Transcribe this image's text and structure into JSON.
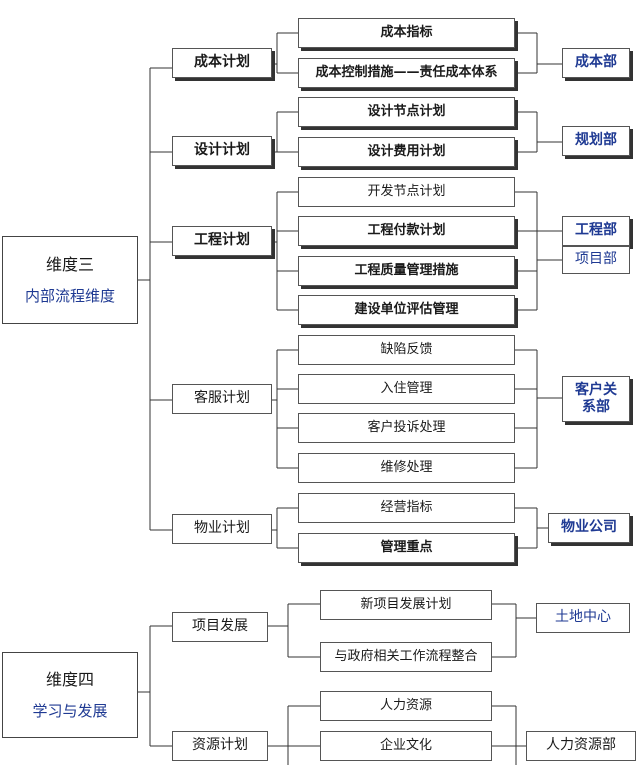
{
  "dimension3": {
    "title": "维度三",
    "subtitle": "内部流程维度",
    "plans": [
      {
        "label": "成本计划",
        "tasks": [
          "成本指标",
          "成本控制措施——责任成本体系"
        ],
        "depts": [
          "成本部"
        ]
      },
      {
        "label": "设计计划",
        "tasks": [
          "设计节点计划",
          "设计费用计划"
        ],
        "depts": [
          "规划部"
        ]
      },
      {
        "label": "工程计划",
        "tasks": [
          "开发节点计划",
          "工程付款计划",
          "工程质量管理措施",
          "建设单位评估管理"
        ],
        "depts": [
          "工程部",
          "项目部"
        ]
      },
      {
        "label": "客服计划",
        "tasks": [
          "缺陷反馈",
          "入住管理",
          "客户投诉处理",
          "维修处理"
        ],
        "depts": [
          "客户关系部"
        ]
      },
      {
        "label": "物业计划",
        "tasks": [
          "经营指标",
          "管理重点"
        ],
        "depts": [
          "物业公司"
        ]
      }
    ]
  },
  "dimension4": {
    "title": "维度四",
    "subtitle": "学习与发展",
    "plans": [
      {
        "label": "项目发展",
        "tasks": [
          "新项目发展计划",
          "与政府相关工作流程整合"
        ],
        "depts": [
          "土地中心"
        ]
      },
      {
        "label": "资源计划",
        "tasks": [
          "人力资源",
          "企业文化"
        ],
        "depts": [
          "人力资源部"
        ]
      }
    ]
  }
}
